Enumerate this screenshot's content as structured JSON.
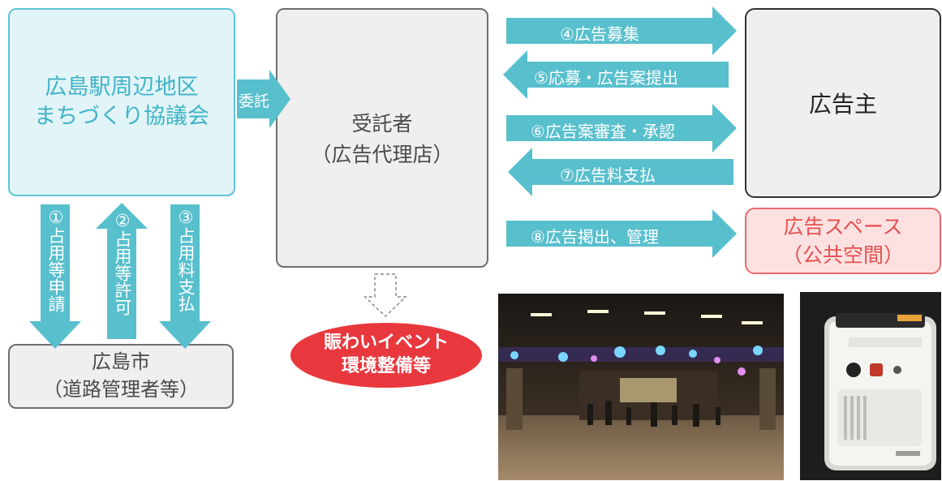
{
  "council": {
    "line1": "広島駅周辺地区",
    "line2": "まちづくり協議会"
  },
  "contractor": {
    "line1": "受託者",
    "line2": "（広告代理店）"
  },
  "advertiser": {
    "label": "広告主"
  },
  "ad_space": {
    "line1": "広告スペース",
    "line2": "（公共空間）"
  },
  "city": {
    "line1": "広島市",
    "line2": "（道路管理者等）"
  },
  "event": {
    "line1": "賑わいイベント",
    "line2": "環境整備等"
  },
  "arrows": {
    "entrust": "委託",
    "step1": "①占用等申請",
    "step2": "②占用等許可",
    "step3": "③占用料支払",
    "step4": "④広告募集",
    "step5": "⑤応募・広告案提出",
    "step6": "⑥広告案審査・承認",
    "step7": "⑦広告料支払",
    "step8": "⑧広告掲出、管理"
  },
  "colors": {
    "arrow": "#58bfcd",
    "council_fill": "#e1f4f8",
    "council_text": "#3fb3c8",
    "ad_space_fill": "#fde1e1",
    "ad_space_text": "#e45050",
    "event_fill": "#e8383d"
  },
  "images": [
    "underground-concourse-photo",
    "generator-device-photo"
  ]
}
